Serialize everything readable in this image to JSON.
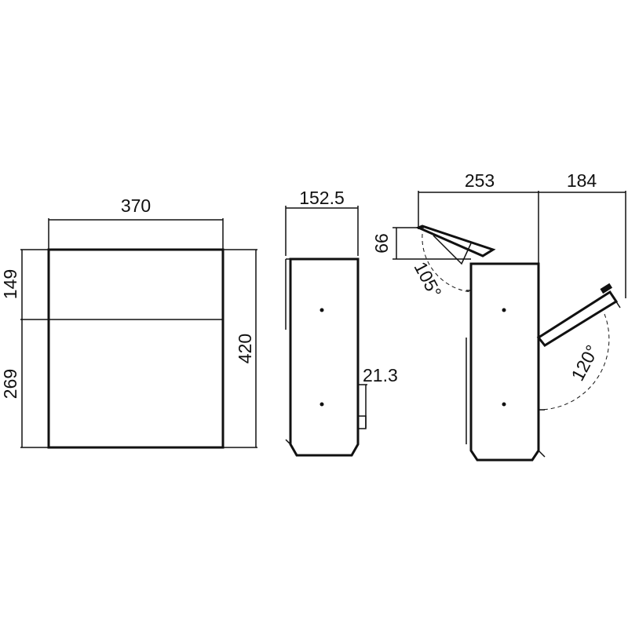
{
  "front_view": {
    "width_label": "370",
    "upper_height_label": "149",
    "lower_height_label": "269",
    "total_height_label": "420"
  },
  "side_view": {
    "depth_label": "152.5",
    "handle_label": "21.3"
  },
  "open_view": {
    "top_depth_label": "253",
    "back_clearance_label": "184",
    "lid_rise_label": "66",
    "lid_angle_label": "105°",
    "door_angle_label": "120°"
  }
}
